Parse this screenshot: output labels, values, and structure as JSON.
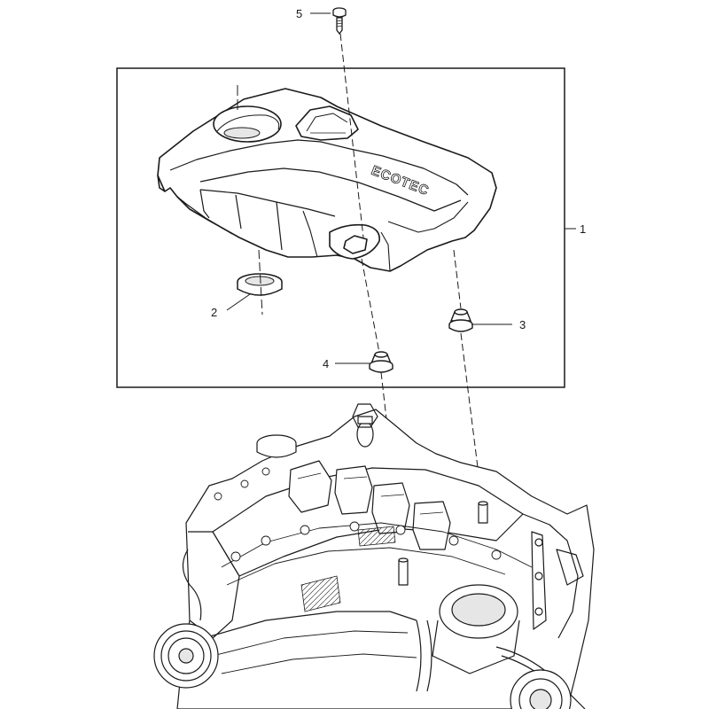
{
  "diagram": {
    "brand_text": "ECOTEC",
    "callouts": [
      {
        "id": "1",
        "label": "1"
      },
      {
        "id": "2",
        "label": "2"
      },
      {
        "id": "3",
        "label": "3"
      },
      {
        "id": "4",
        "label": "4"
      },
      {
        "id": "5",
        "label": "5"
      }
    ],
    "colors": {
      "line": "#1a1a1a",
      "fill": "#ffffff",
      "shade": "#e6e6e6"
    }
  }
}
